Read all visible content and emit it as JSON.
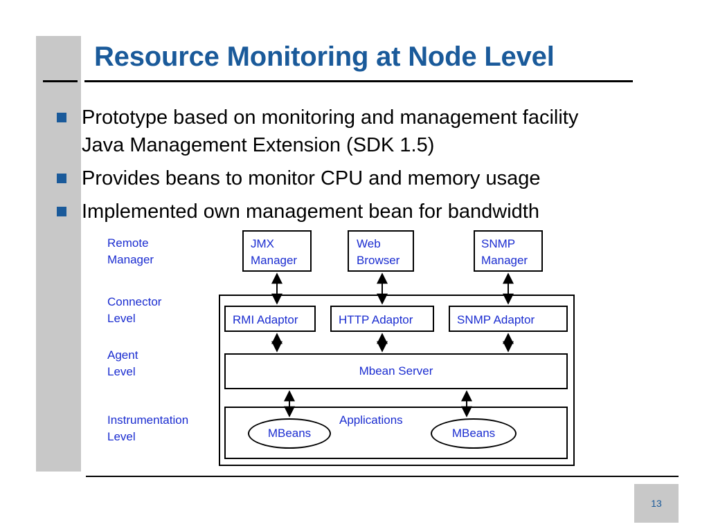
{
  "slide": {
    "title": "Resource Monitoring at Node Level",
    "bullets": [
      {
        "line1": "Prototype based on monitoring and management facility",
        "line2": "Java Management Extension (SDK 1.5)"
      },
      {
        "line1": "Provides beans to monitor CPU and memory usage"
      },
      {
        "line1": "Implemented own management bean for bandwidth"
      }
    ],
    "page_number": "13",
    "colors": {
      "title": "#1a5a9a",
      "diagram_text": "#1a2cd0",
      "side_bar": "#c8c8c8",
      "bullet": "#1a5a9a"
    }
  },
  "diagram": {
    "levels": {
      "remote_manager": {
        "line1": "Remote",
        "line2": "Manager"
      },
      "connector": {
        "line1": "Connector",
        "line2": "Level"
      },
      "agent": {
        "line1": "Agent",
        "line2": "Level"
      },
      "instrumentation": {
        "line1": "Instrumentation",
        "line2": "Level"
      }
    },
    "managers": {
      "jmx": {
        "line1": "JMX",
        "line2": "Manager"
      },
      "web": {
        "line1": "Web",
        "line2": "Browser"
      },
      "snmp": {
        "line1": "SNMP",
        "line2": "Manager"
      }
    },
    "adaptors": {
      "rmi": "RMI Adaptor",
      "http": "HTTP Adaptor",
      "snmp": "SNMP Adaptor"
    },
    "mbean_server": "Mbean Server",
    "applications": "Applications",
    "mbeans": [
      "MBeans",
      "MBeans"
    ]
  }
}
